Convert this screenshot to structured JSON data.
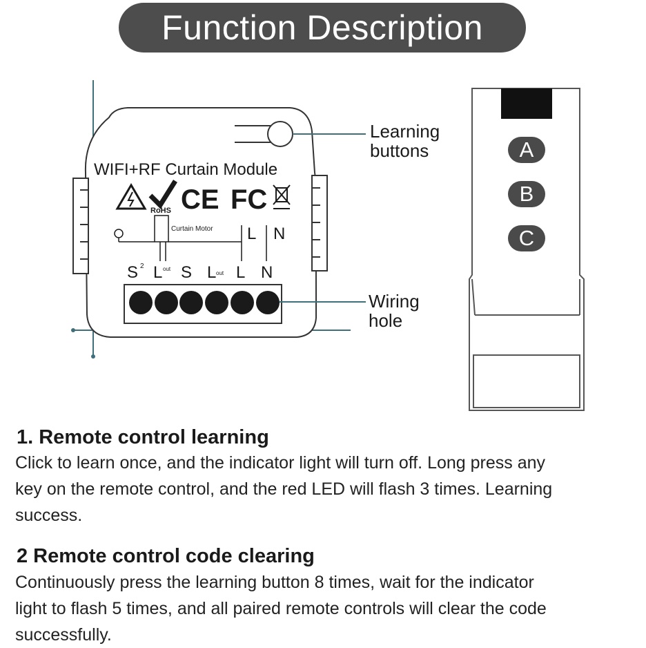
{
  "title": "Function Description",
  "module": {
    "name": "WIFI+RF Curtain Module",
    "rohs": "RoHS",
    "ce": "CE",
    "fcc": "FC",
    "motor_label": "Curtain Motor",
    "wiring_top_l": "L",
    "wiring_top_n": "N",
    "terminals": [
      "S",
      "2",
      "L",
      "out",
      "S",
      "L",
      "out",
      "L",
      "N"
    ]
  },
  "callouts": {
    "learning_buttons": [
      "Learning",
      "buttons"
    ],
    "wiring_hole": [
      "Wiring",
      "hole"
    ]
  },
  "remote": {
    "buttons": [
      "A",
      "B",
      "C"
    ]
  },
  "sections": [
    {
      "heading": "1. Remote control learning",
      "lines": [
        "Click to learn once, and the indicator light will turn off. Long press any",
        "key on the remote control, and the red LED will flash 3 times. Learning",
        "success."
      ]
    },
    {
      "heading": "2 Remote control code clearing",
      "lines": [
        "Continuously press the learning button 8 times, wait for the indicator",
        "light to flash 5 times, and all paired remote controls will clear the code",
        "successfully."
      ]
    }
  ],
  "colors": {
    "title_bg": "#4d4d4d",
    "guide_line": "#3f6f7a",
    "remote_button": "#4a4a4a"
  }
}
